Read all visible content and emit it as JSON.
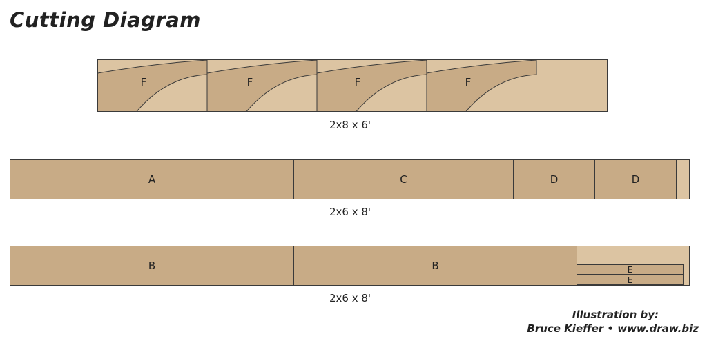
{
  "title": "Cutting Diagram",
  "colors": {
    "part": "#c8ab86",
    "waste": "#dcc4a2",
    "line": "#3a3a3a"
  },
  "boards": [
    {
      "caption": "2x8 x 6'",
      "parts": [
        "F",
        "F",
        "F",
        "F"
      ]
    },
    {
      "caption": "2x6 x 8'",
      "parts": [
        "A",
        "C",
        "D",
        "D"
      ]
    },
    {
      "caption": "2x6 x 8'",
      "parts": [
        "B",
        "B",
        "E",
        "E"
      ]
    }
  ],
  "credit": {
    "line1": "Illustration by:",
    "line2": "Bruce Kieffer • www.draw.biz"
  }
}
